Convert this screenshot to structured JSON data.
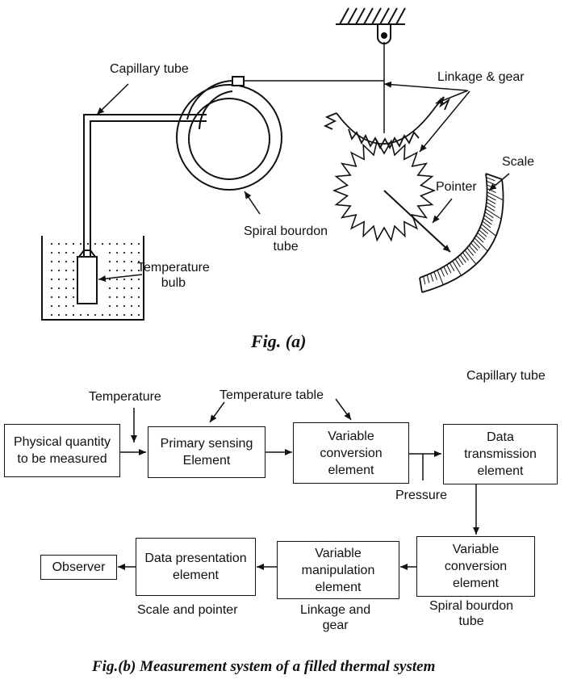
{
  "fig_a": {
    "labels": {
      "capillary_tube": "Capillary tube",
      "linkage_gear": "Linkage & gear",
      "scale": "Scale",
      "pointer": "Pointer",
      "spiral_bourdon": "Spiral bourdon\ntube",
      "temperature_bulb": "Temperature\nbulb"
    },
    "caption": "Fig.  (a)"
  },
  "fig_b": {
    "boxes": {
      "physical_quantity": "Physical quantity\nto be measured",
      "primary_sensing": "Primary sensing\nElement",
      "variable_conversion_1": "Variable\nconversion\nelement",
      "data_transmission": "Data\ntransmission\nelement",
      "variable_conversion_2": "Variable\nconversion\nelement",
      "variable_manipulation": "Variable\nmanipulation\nelement",
      "data_presentation": "Data presentation\nelement",
      "observer": "Observer"
    },
    "annotations": {
      "temperature": "Temperature",
      "temperature_table": "Temperature table",
      "capillary_tube": "Capillary\ntube",
      "pressure": "Pressure",
      "spiral_bourdon_tube": "Spiral bourdon\ntube",
      "linkage_and_gear": "Linkage and\ngear",
      "scale_and_pointer": "Scale and pointer"
    },
    "caption": "Fig.(b) Measurement system of a filled thermal system"
  }
}
